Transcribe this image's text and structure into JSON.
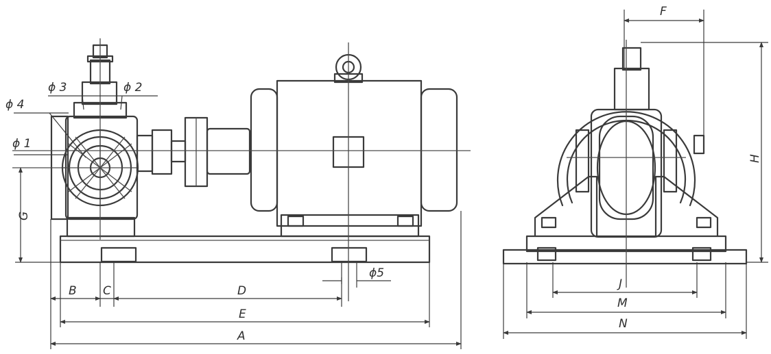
{
  "labels": {
    "phi1": "ϕ 1",
    "phi2": "ϕ 2",
    "phi3": "ϕ 3",
    "phi4": "ϕ 4",
    "phi5": "ϕ5",
    "G": "G",
    "B": "B",
    "C": "C",
    "D": "D",
    "E": "E",
    "A": "A",
    "F": "F",
    "H": "H",
    "J": "J",
    "M": "M",
    "N": "N"
  },
  "colors": {
    "line": "#3a3a3a",
    "background": "#ffffff"
  }
}
